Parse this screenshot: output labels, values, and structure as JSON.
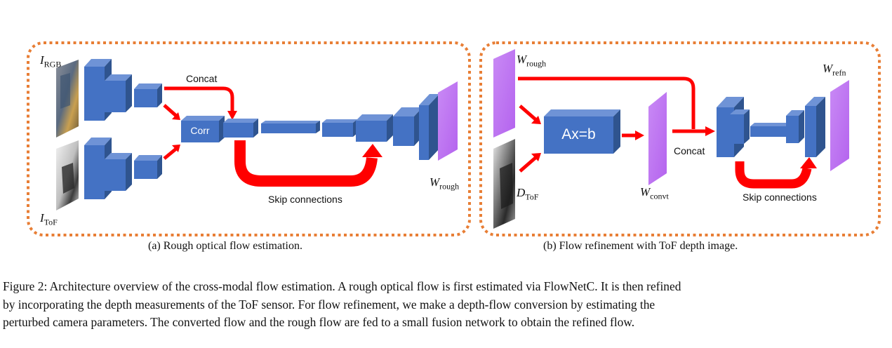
{
  "panel_a": {
    "labels": {
      "i_rgb": {
        "main": "I",
        "sub": "RGB"
      },
      "i_tof": {
        "main": "I",
        "sub": "ToF"
      },
      "w_rough": {
        "main": "W",
        "sub": "rough"
      },
      "concat": "Concat",
      "corr": "Corr",
      "skip": "Skip connections"
    },
    "caption": "(a) Rough optical flow estimation."
  },
  "panel_b": {
    "labels": {
      "w_rough": {
        "main": "W",
        "sub": "rough"
      },
      "d_tof": {
        "main": "D",
        "sub": "ToF"
      },
      "w_convt": {
        "main": "W",
        "sub": "convt"
      },
      "w_refn": {
        "main": "W",
        "sub": "refn"
      },
      "axb": "Ax=b",
      "concat": "Concat",
      "skip": "Skip connections"
    },
    "caption": "(b) Flow refinement with ToF depth image."
  },
  "figure_caption": {
    "lines": [
      "Figure 2: Architecture overview of the cross-modal flow estimation. A rough optical flow is first estimated via FlowNetC. It is then refined",
      "by incorporating the depth measurements of the ToF sensor. For flow refinement, we make a depth-flow conversion by estimating the",
      "perturbed camera parameters. The converted flow and the rough flow are fed to a small fusion network to obtain the refined flow."
    ]
  },
  "colors": {
    "frame": "#E87E35",
    "block": "#4472C4",
    "block_top": "#6F93D6",
    "block_side": "#2F548F",
    "arrow": "#FF0000",
    "flow_map": "#C275F2"
  }
}
